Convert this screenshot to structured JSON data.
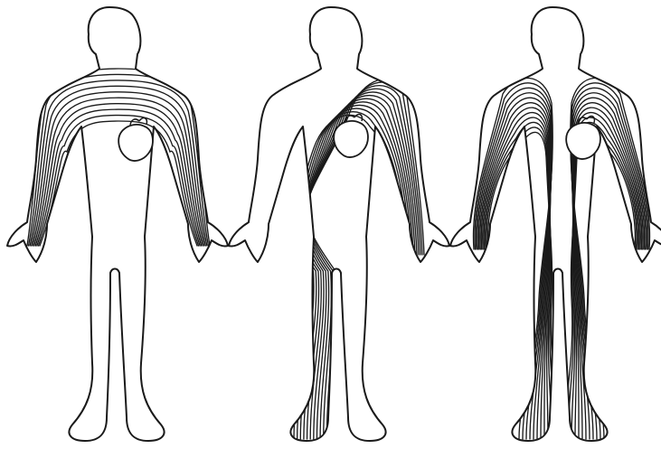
{
  "figure": {
    "panels": [
      {
        "id": "arms-loop",
        "flow_line_count": 10,
        "icon": "heart-icon"
      },
      {
        "id": "arm-to-leg-diagonal",
        "flow_line_count": 12,
        "icon": "heart-icon"
      },
      {
        "id": "back-arms-to-legs",
        "flow_line_count": 12,
        "icon": "heart-icon"
      }
    ],
    "colors": {
      "ink": "#1a1a1a",
      "paper": "#ffffff"
    }
  }
}
